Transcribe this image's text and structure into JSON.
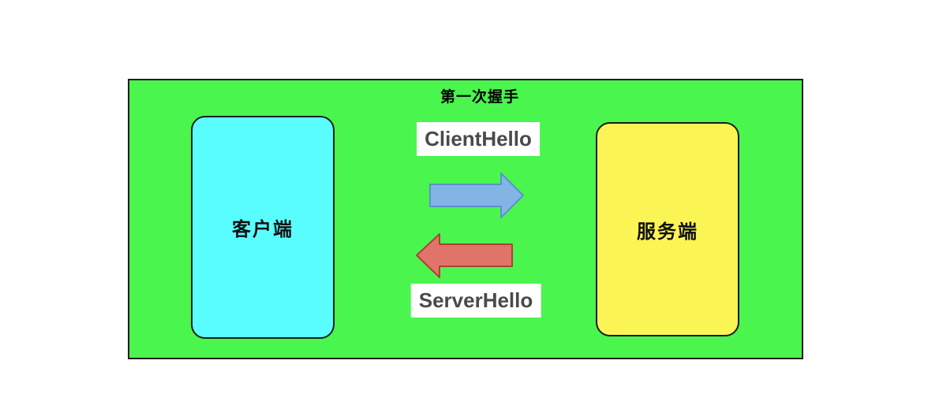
{
  "diagram": {
    "title": "第一次握手",
    "client": {
      "label": "客户端",
      "fill": "#59FDFD"
    },
    "server": {
      "label": "服务端",
      "fill": "#FBF455"
    },
    "messages": [
      {
        "label": "ClientHello",
        "direction": "client-to-server",
        "arrow_fill": "#82B4E6",
        "arrow_border": "#5B91CB"
      },
      {
        "label": "ServerHello",
        "direction": "server-to-client",
        "arrow_fill": "#E0746B",
        "arrow_border": "#AC4237"
      }
    ],
    "colors": {
      "page_background": "#FFFFFF",
      "panel_fill": "#4AF54E",
      "panel_border": "#1C1C1C",
      "box_border": "#1C1C1C",
      "box_text": "#111111",
      "message_text": "#4A4A4A",
      "message_background": "#FFFFFF"
    }
  }
}
